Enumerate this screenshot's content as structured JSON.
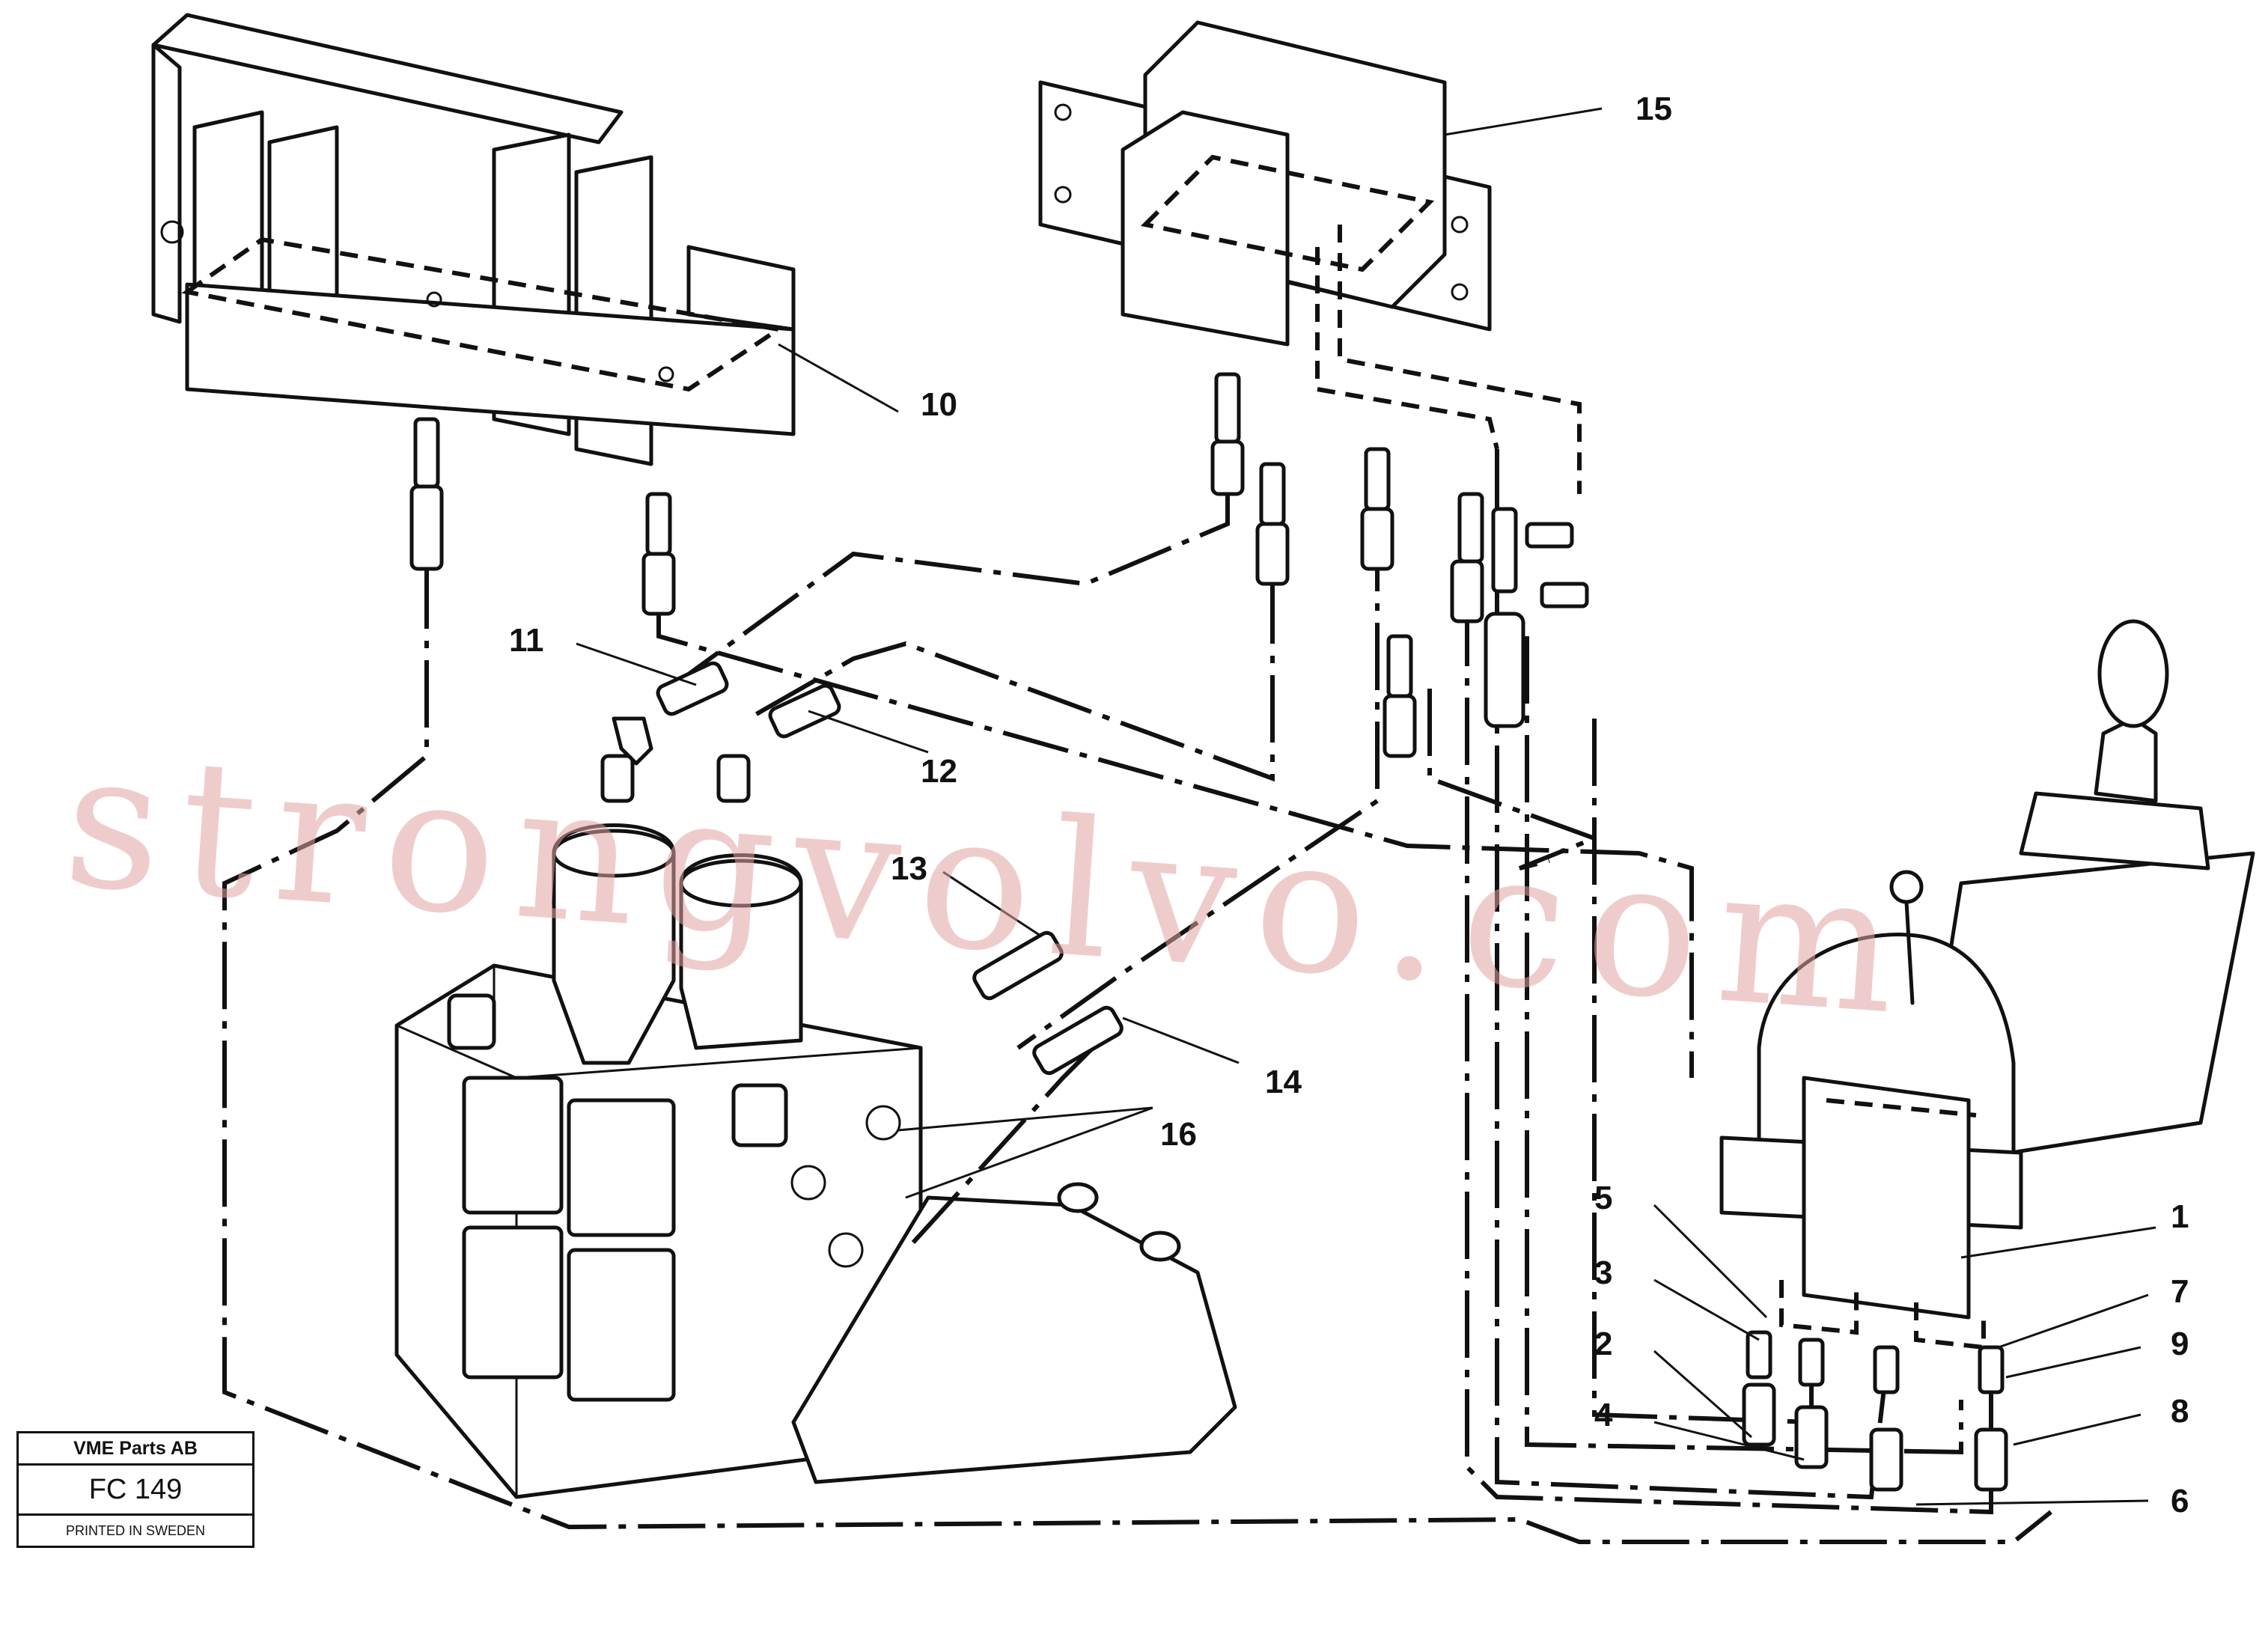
{
  "callouts": [
    {
      "label": "1"
    },
    {
      "label": "2"
    },
    {
      "label": "3"
    },
    {
      "label": "4"
    },
    {
      "label": "5"
    },
    {
      "label": "6"
    },
    {
      "label": "7"
    },
    {
      "label": "8"
    },
    {
      "label": "9"
    },
    {
      "label": "10"
    },
    {
      "label": "11"
    },
    {
      "label": "12"
    },
    {
      "label": "13"
    },
    {
      "label": "14"
    },
    {
      "label": "15"
    },
    {
      "label": "16"
    }
  ],
  "stamp": {
    "company": "VME Parts AB",
    "code": "FC 149",
    "printed": "PRINTED IN SWEDEN"
  },
  "watermark": "strongvolvo.com"
}
